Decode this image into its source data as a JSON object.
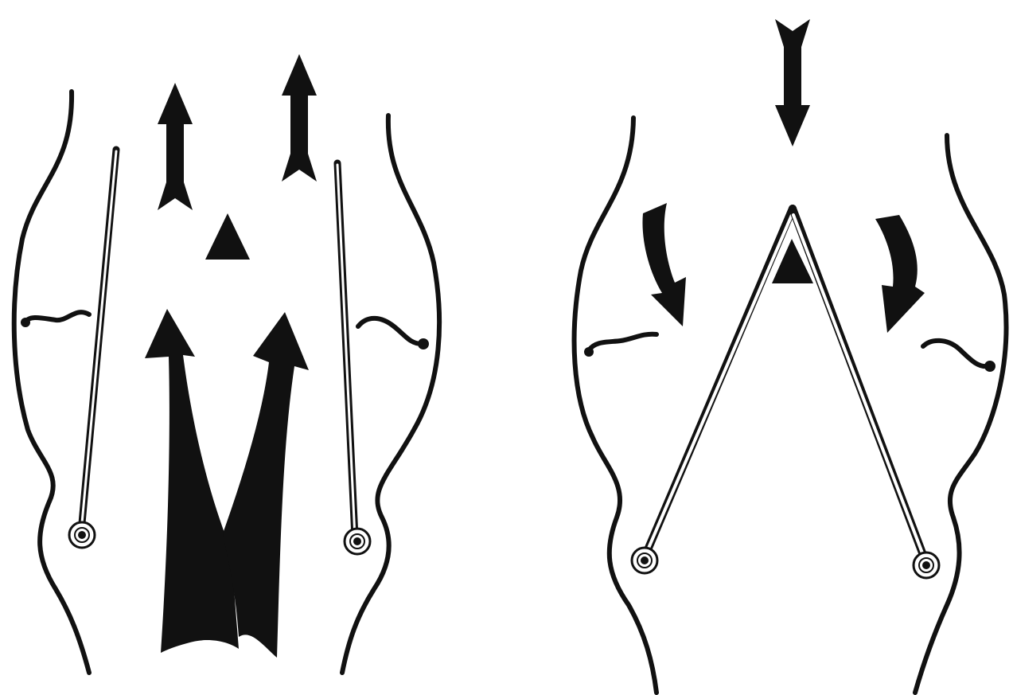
{
  "figure": {
    "panels": [
      {
        "id": "open-valve",
        "state": "open",
        "flow_direction": "up"
      },
      {
        "id": "closed-valve",
        "state": "closed",
        "flow_direction": "down"
      }
    ],
    "colors": {
      "ink": "#111111",
      "paper": "#ffffff"
    },
    "icons": [
      "arrow-up-icon",
      "arrow-down-icon",
      "curved-arrow-icon",
      "hinge-pivot-icon",
      "triangle-marker-icon"
    ]
  }
}
